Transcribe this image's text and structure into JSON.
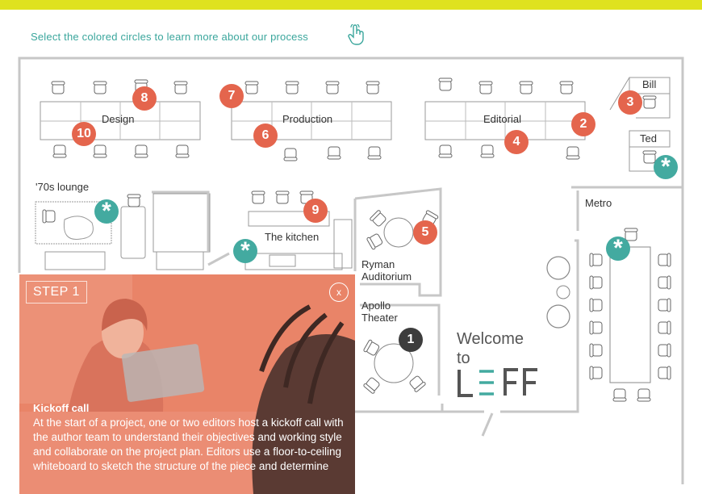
{
  "instruction": "Select the colored circles to learn more about our process",
  "rooms": {
    "design": "Design",
    "production": "Production",
    "editorial": "Editorial",
    "bill": "Bill",
    "ted": "Ted",
    "lounge": "'70s lounge",
    "kitchen": "The kitchen",
    "metro": "Metro",
    "ryman_line1": "Ryman",
    "ryman_line2": "Auditorium",
    "apollo_line1": "Apollo",
    "apollo_line2": "Theater"
  },
  "markers": {
    "m1": "1",
    "m2": "2",
    "m3": "3",
    "m4": "4",
    "m5": "5",
    "m6": "6",
    "m7": "7",
    "m8": "8",
    "m9": "9",
    "m10": "10",
    "star": "*"
  },
  "welcome": {
    "line1": "Welcome",
    "line2": "to",
    "logo": "LEFF"
  },
  "panel": {
    "step": "STEP 1",
    "close": "x",
    "title": "Kickoff call",
    "body": "At the start of a project, one or two editors host a kickoff call with the author team to understand their objectives and working style and collaborate on the project plan. Editors use a floor-to-ceiling whiteboard to sketch the structure of the piece and determine"
  },
  "colors": {
    "accent_yellow": "#dfe21f",
    "marker_orange": "#e4654d",
    "marker_teal": "#43aaa0",
    "marker_dark": "#3d3d3d",
    "panel_bg": "#e98468"
  },
  "icons": [
    "tap-hand-icon",
    "close-icon"
  ]
}
